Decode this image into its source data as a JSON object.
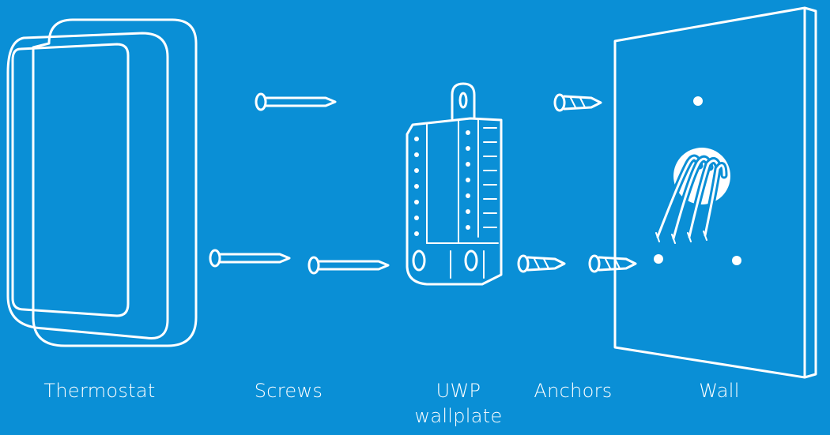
{
  "diagram": {
    "background_color": "#0a8fd6",
    "line_color": "#ffffff",
    "labels": {
      "thermostat": "Thermostat",
      "screws": "Screws",
      "uwp_line1": "UWP",
      "uwp_line2": "wallplate",
      "anchors": "Anchors",
      "wall": "Wall"
    },
    "components": [
      "thermostat",
      "screws",
      "uwp-wallplate",
      "anchors",
      "wall"
    ]
  }
}
